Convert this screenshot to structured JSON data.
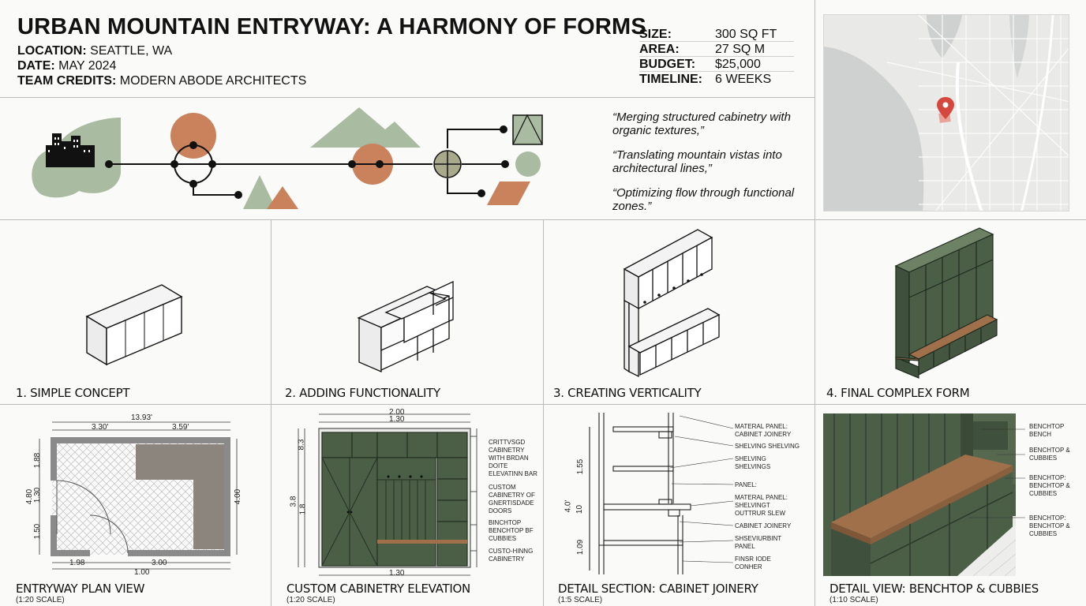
{
  "header": {
    "title": "URBAN MOUNTAIN ENTRYWAY: A HARMONY OF FORMS",
    "location_label": "LOCATION:",
    "location_value": "SEATTLE, WA",
    "date_label": "DATE:",
    "date_value": "MAY 2024",
    "credits_label": "TEAM CREDITS:",
    "credits_value": "MODERN ABODE ARCHITECTS"
  },
  "stats": [
    {
      "label": "SIZE:",
      "value": "300 SQ FT"
    },
    {
      "label": "AREA:",
      "value": "27 SQ M"
    },
    {
      "label": "BUDGET:",
      "value": "$25,000"
    },
    {
      "label": "TIMELINE:",
      "value": "6 WEEKS"
    }
  ],
  "quotes": [
    "“Merging structured cabinetry with organic textures,”",
    "“Translating mountain vistas into architectural lines,”",
    "“Optimizing flow through functional zones.”"
  ],
  "colors": {
    "sage": "#a9bba0",
    "terracotta": "#c9825c",
    "forest": "#4b5f47",
    "wood": "#a0704a",
    "pin": "#d6483e"
  },
  "stages": [
    {
      "label": "1. SIMPLE CONCEPT"
    },
    {
      "label": "2. ADDING FUNCTIONALITY"
    },
    {
      "label": "3. CREATING VERTICALITY"
    },
    {
      "label": "4. FINAL COMPLEX FORM"
    }
  ],
  "details": [
    {
      "label": "ENTRYWAY PLAN VIEW",
      "scale": "(1:20 SCALE)"
    },
    {
      "label": "CUSTOM CABINETRY ELEVATION",
      "scale": "(1:20 SCALE)"
    },
    {
      "label": "DETAIL SECTION: CABINET JOINERY",
      "scale": "(1:5 SCALE)"
    },
    {
      "label": "DETAIL VIEW: BENCHTOP & CUBBIES",
      "scale": "(1:10 SCALE)"
    }
  ],
  "plan_dims": {
    "top_total": "13.93'",
    "top_left": "3.30'",
    "top_right": "3.59'",
    "bottom_left": "1.98",
    "bottom_right": "3.00",
    "bottom_total": "1.00",
    "left_a": "1.88",
    "left_b": "1.30",
    "left_c": "1.50",
    "left_total": "4.80",
    "right_total": "4.00"
  },
  "elev_dims": {
    "top_a": "2.00",
    "top_b": "1.30",
    "bottom": "1.30",
    "left_a": "8.3",
    "left_b": "1.8",
    "left_total": "3.8"
  },
  "elev_notes": [
    "CRITTVSGD CABINETRY WITH BRDAN DOITE ELEVATINN BAR",
    "CUSTOM CABINETRY OF GNERTISDADE DOORS",
    "BINCHTOP BENCHTOP BF CUBBIES",
    "CUSTO-HINNG CABINETRY"
  ],
  "section_dims": {
    "a": "1.55",
    "b": "4.0'",
    "c": "10",
    "d": "1.09"
  },
  "section_notes": [
    "MATERAL PANEL: CABINET JOINERY",
    "SHELVING SHELVING",
    "SHELVING SHELVINGS",
    "PANEL:",
    "MATERAL PANEL: SHELVINGT OUTTRUR SLEW",
    "CABINET JOINERY",
    "SHSEVIURBINT PANEL",
    "FINSR IODE CONHER"
  ],
  "benchtop_notes": [
    "BENCHTOP BENCH",
    "BENCHTOP & CUBBIES",
    "BENCHTOP: BENCHTOP & CUBBIES",
    "BENCHTOP: BENCHTOP & CUBBIES"
  ]
}
